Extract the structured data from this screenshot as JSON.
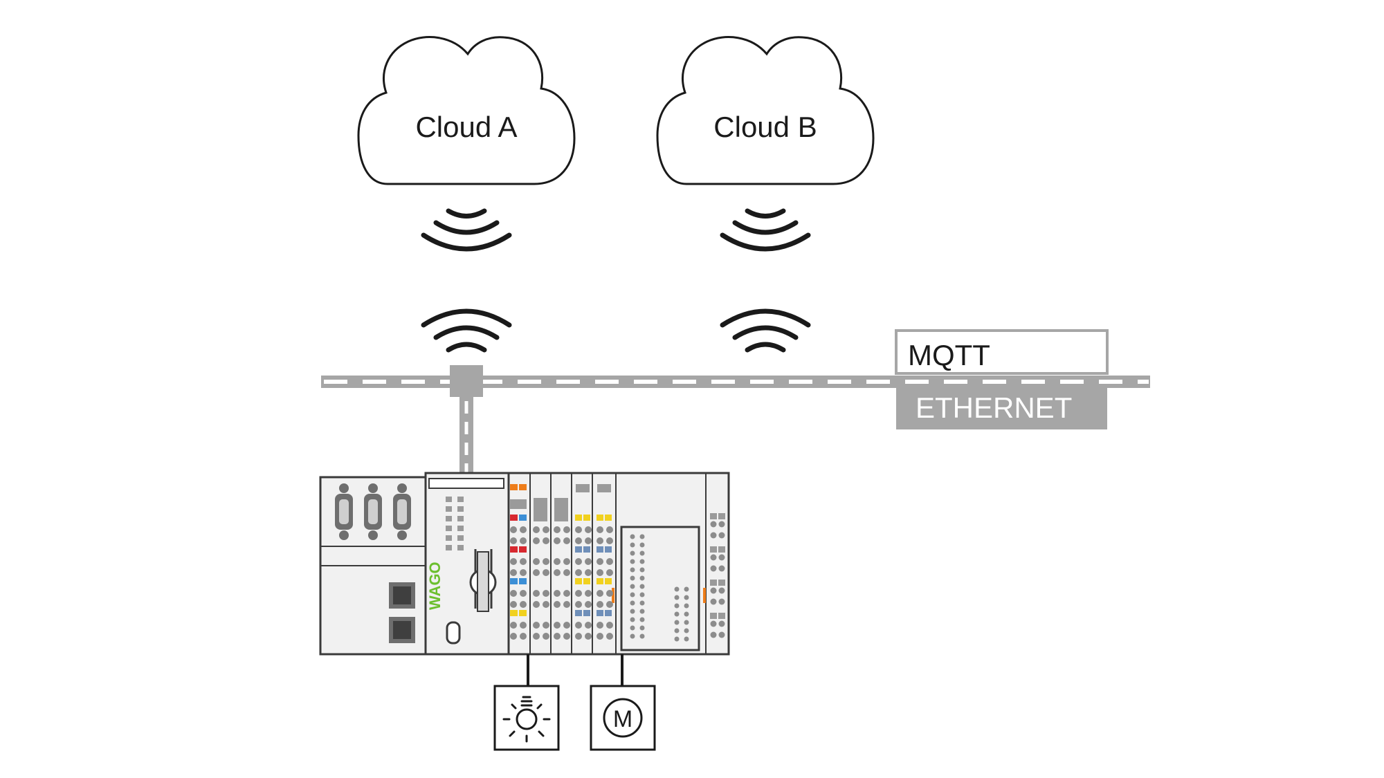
{
  "clouds": [
    {
      "label": "Cloud A"
    },
    {
      "label": "Cloud B"
    }
  ],
  "protocol": {
    "upper": "MQTT",
    "lower": "ETHERNET"
  },
  "controller": {
    "brand": "WAGO"
  },
  "devices": [
    {
      "icon": "light-bulb-icon"
    },
    {
      "icon": "motor-icon",
      "label": "M"
    }
  ],
  "colors": {
    "line": "#1a1a1a",
    "bus": "#a6a6a6",
    "module_body": "#f1f1f1",
    "module_stroke": "#3a3a3a",
    "brand": "#6cbf2e",
    "orange": "#ee7d1a",
    "red": "#d7282f",
    "blue": "#3c8fd6",
    "yellow": "#f1d11f",
    "slate": "#6f8fb9"
  }
}
